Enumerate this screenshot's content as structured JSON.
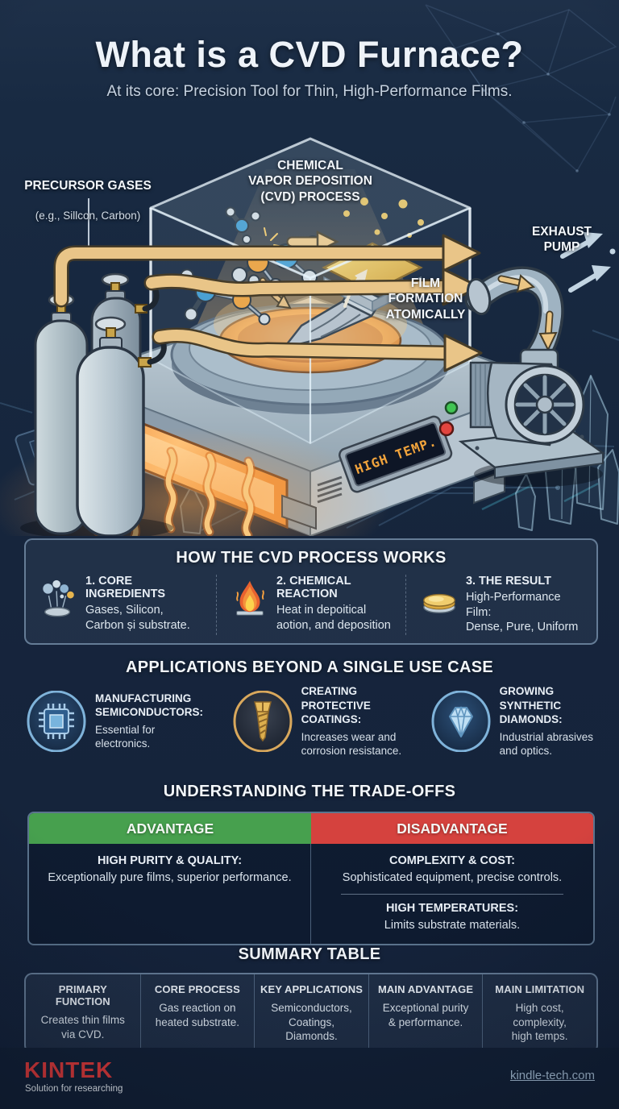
{
  "page": {
    "title": "What is a CVD Furnace?",
    "subtitle": "At its core: Precision Tool for Thin, High-Performance Films."
  },
  "colors": {
    "advantage_green": "#47a04e",
    "disadvantage_red": "#d5423e",
    "brand_red": "#e03a3a",
    "link_blue": "#a9c1d8",
    "arrow_gold": "#e9c588",
    "glow_orange": "#f59d3e"
  },
  "diagram": {
    "labels": {
      "precursor_title": "PRECURSOR GASES",
      "precursor_sub": "(e.g., Sillcon, Carbon)",
      "cvd_process": "CHEMICAL\nVAPOR DEPOSITION\n(CVD) PROCESS",
      "exhaust_pump": "EXHAUST\nPUMP",
      "film_formation": "FILM\nFORMATION\nATOMICALLY",
      "display": "HIGH TEMP."
    }
  },
  "process": {
    "title": "HOW THE CVD PROCESS WORKS",
    "steps": [
      {
        "icon": "gas-particles-icon",
        "title": "1. CORE INGREDIENTS",
        "desc": "Gases, Silicon,\nCarbon și substrate."
      },
      {
        "icon": "flame-icon",
        "title": "2. CHEMICAL REACTION",
        "desc": "Heat in depoitical\naotion, and deposition"
      },
      {
        "icon": "film-disc-icon",
        "title": "3. THE RESULT",
        "desc": "High-Performance Film:\nDense, Pure, Uniform"
      }
    ]
  },
  "applications": {
    "title": "APPLICATIONS BEYOND A SINGLE USE CASE",
    "items": [
      {
        "icon": "chip-icon",
        "title": "MANUFACTURING\nSEMICONDUCTORS:",
        "desc": "Essential for\nelectronics."
      },
      {
        "icon": "screw-icon",
        "title": "CREATING\nPROTECTIVE\nCOATINGS:",
        "desc": "Increases wear and\ncorrosion resistance."
      },
      {
        "icon": "diamond-icon",
        "title": "GROWING\nSYNTHETIC\nDIAMONDS:",
        "desc": "Industrial abrasives\nand optics."
      }
    ]
  },
  "tradeoffs": {
    "title": "UNDERSTANDING THE TRADE-OFFS",
    "advantage_header": "ADVANTAGE",
    "disadvantage_header": "DISADVANTAGE",
    "advantage": {
      "title": "HIGH PURITY & QUALITY:",
      "desc": "Exceptionally pure films, superior performance."
    },
    "disadvantages": [
      {
        "title": "COMPLEXITY & COST:",
        "desc": "Sophisticated equipment, precise controls."
      },
      {
        "title": "HIGH TEMPERATURES:",
        "desc": "Limits substrate materials."
      }
    ]
  },
  "summary": {
    "title": "SUMMARY TABLE",
    "columns": [
      {
        "header": "PRIMARY FUNCTION",
        "value": "Creates thin films\nvia CVD."
      },
      {
        "header": "CORE PROCESS",
        "value": "Gas reaction on\nheated substrate."
      },
      {
        "header": "KEY APPLICATIONS",
        "value": "Semiconductors,\nCoatings,\nDiamonds."
      },
      {
        "header": "MAIN ADVANTAGE",
        "value": "Exceptional purity\n& performance."
      },
      {
        "header": "MAIN LIMITATION",
        "value": "High cost, complexity,\nhigh temps."
      }
    ]
  },
  "footer": {
    "brand": "KINTEK",
    "tagline": "Solution for researching",
    "link": "kindle-tech.com"
  }
}
